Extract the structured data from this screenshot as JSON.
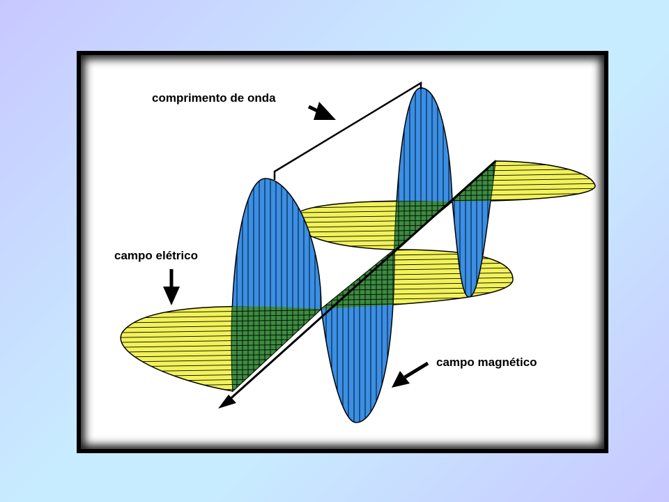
{
  "labels": {
    "wavelength": "comprimento de onda",
    "electric_field": "campo elétrico",
    "magnetic_field": "campo magnético"
  },
  "colors": {
    "electric": "#3a8fe6",
    "magnetic": "#f2f25a",
    "overlap": "#3d8c2e",
    "line": "#000000"
  }
}
